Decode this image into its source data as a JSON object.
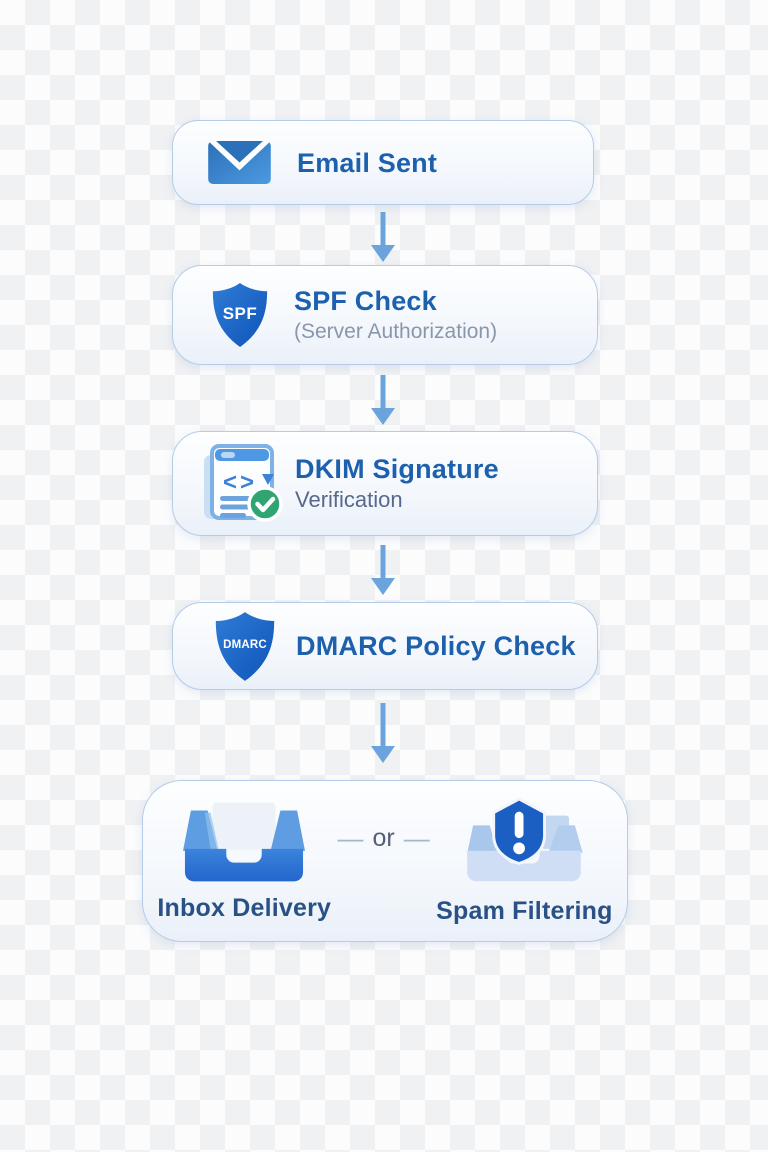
{
  "flow": {
    "nodes": [
      {
        "title": "Email Sent",
        "icon": "envelope-icon"
      },
      {
        "title": "SPF Check",
        "subtitle": "(Server Authorization)",
        "badge": "SPF",
        "icon": "spf-shield-icon"
      },
      {
        "title": "DKIM Signature",
        "subtitle": "Verification",
        "icon": "document-code-check-icon"
      },
      {
        "title": "DMARC Policy Check",
        "badge": "DMARC",
        "icon": "dmarc-shield-icon"
      }
    ],
    "outcomes": {
      "separator_left_dash": "—",
      "separator_text": "or",
      "separator_right_dash": "—",
      "items": [
        {
          "label": "Inbox Delivery",
          "icon": "inbox-tray-icon"
        },
        {
          "label": "Spam Filtering",
          "icon": "spam-shield-tray-icon"
        }
      ]
    },
    "colors": {
      "title_text": "#1d60ad",
      "subtitle_text": "#8997ab",
      "verification_text": "#57698c",
      "outcome_label_text": "#2a5185",
      "shield_blue": "#1b5fc2",
      "arrow": "#6ba3dd",
      "box_border": "#b3cce9",
      "checker_square": "#f0f1f3",
      "check_green": "#2fa672"
    }
  }
}
